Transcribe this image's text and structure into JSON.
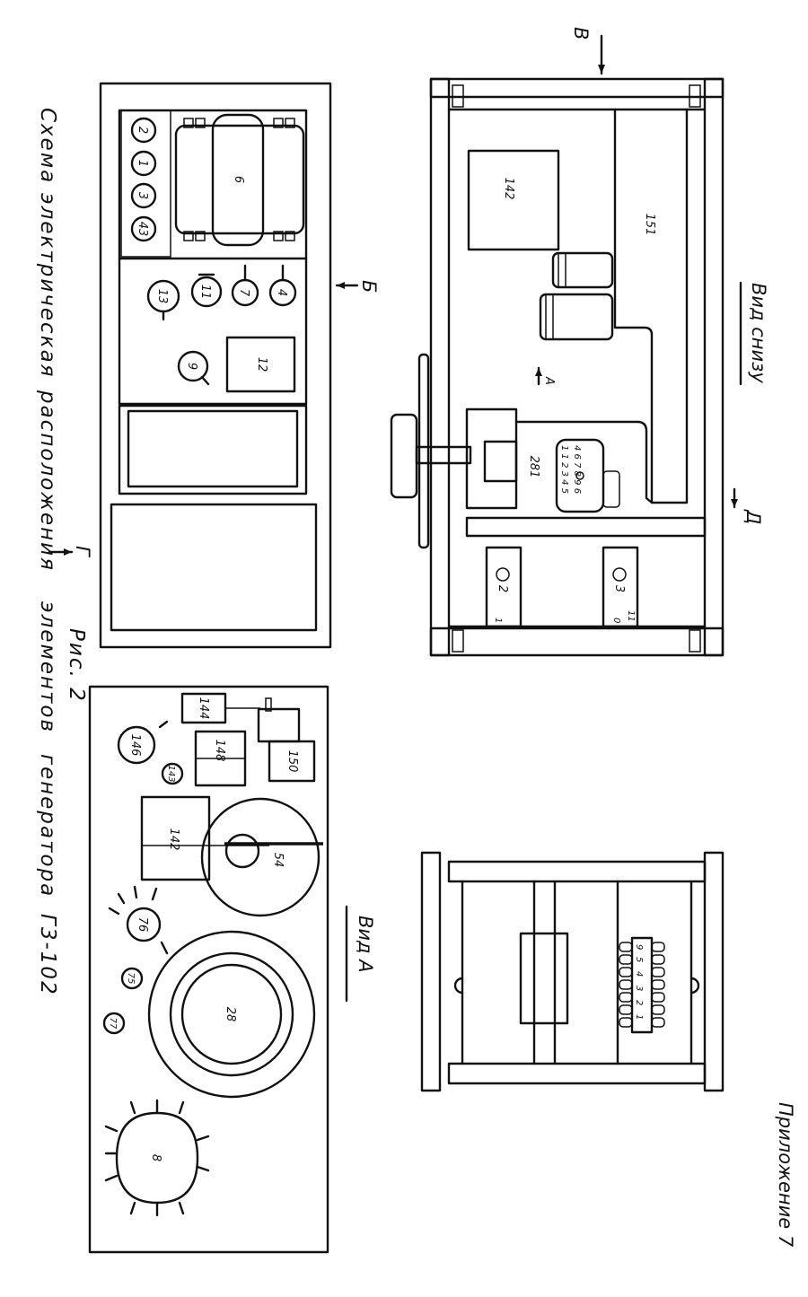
{
  "caption": {
    "title_parts": [
      "Схема",
      "электрическая",
      "расположения",
      "элементов",
      "генератора",
      "Г3-102"
    ],
    "figure": "Рис. 2"
  },
  "appendix": "Приложение 7",
  "view_bottom": {
    "title": "Вид снизу"
  },
  "view_a": {
    "title": "Вид А"
  },
  "section_markers": {
    "a": "А",
    "b": "Б",
    "v": "В",
    "g": "Г",
    "d": "Д"
  },
  "plate_labels": [
    "2",
    "1",
    "3",
    "43",
    "6",
    "13",
    "11",
    "7",
    "4",
    "12",
    "9"
  ],
  "view_bottom_labels": [
    "142",
    "151",
    "281",
    "2",
    "1",
    "3",
    "11",
    "0"
  ],
  "socket_pins": {
    "row1": "1 1 2 3 4 5",
    "row2": "4 6 7 8 9 6"
  },
  "view_a_labels": [
    "144",
    "146",
    "148",
    "150",
    "143",
    "142",
    "54",
    "76",
    "75",
    "77",
    "28",
    "8"
  ],
  "rack_pin_labels": [
    "9",
    "5",
    "4",
    "3",
    "2",
    "1"
  ]
}
